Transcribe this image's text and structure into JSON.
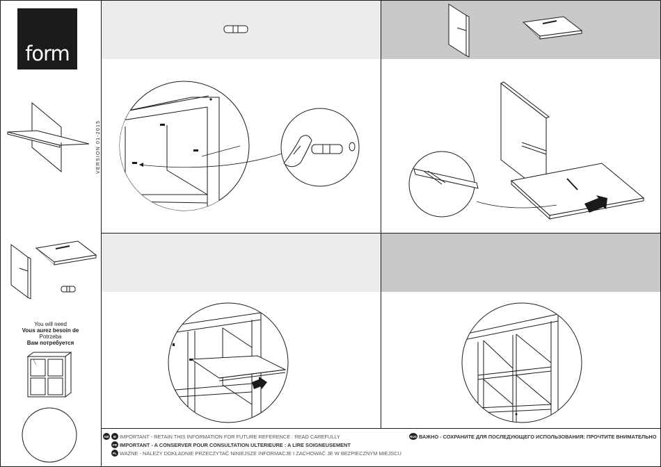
{
  "brand": {
    "logo_text": "form"
  },
  "version": "VERSION 01-2015",
  "you_need": {
    "en": "You will need",
    "fr": "Vous aurez besoin de",
    "pl": "Potrzeba",
    "ru": "Вам потребуется"
  },
  "notices": [
    {
      "flags": [
        "GB",
        "IE"
      ],
      "bold": "",
      "text": "IMPORTANT - RETAIN THIS INFORMATION FOR FUTURE REFERENCE : READ CAREFULLY"
    },
    {
      "flags": [
        "FR"
      ],
      "bold": "IMPORTANT - A CONSERVER POUR CONSULTATION ULTERIEURE : A LIRE SOIGNEUSEMENT",
      "text": ""
    },
    {
      "flags": [
        "PL"
      ],
      "bold": "",
      "text": "WAŻNE - NALEŻY DOKŁADNIE PRZECZYTAĆ NINIEJSZE INFORMACJE I ZACHOWAĆ JE W BEZPIECZNYM MIEJSCU"
    },
    {
      "flags": [
        "RUS"
      ],
      "bold": "ВАЖНО - СОХРАНИТЕ ДЛЯ ПОСЛЕДУЮЩЕГО ИСПОЛЬЗОВАНИЯ: ПРОЧТИТЕ ВНИМАТЕЛЬНО",
      "text": ""
    }
  ],
  "colors": {
    "panel_band": "#ececec",
    "panel_band_dark": "#c8c8c8",
    "line": "#1a1a1a",
    "logo_bg": "#1c1a1b"
  },
  "icons": [
    "dowel-icon",
    "panel-icon",
    "shelf-icon",
    "cube-unit-icon",
    "empty-circle-icon",
    "arrow-icon"
  ]
}
